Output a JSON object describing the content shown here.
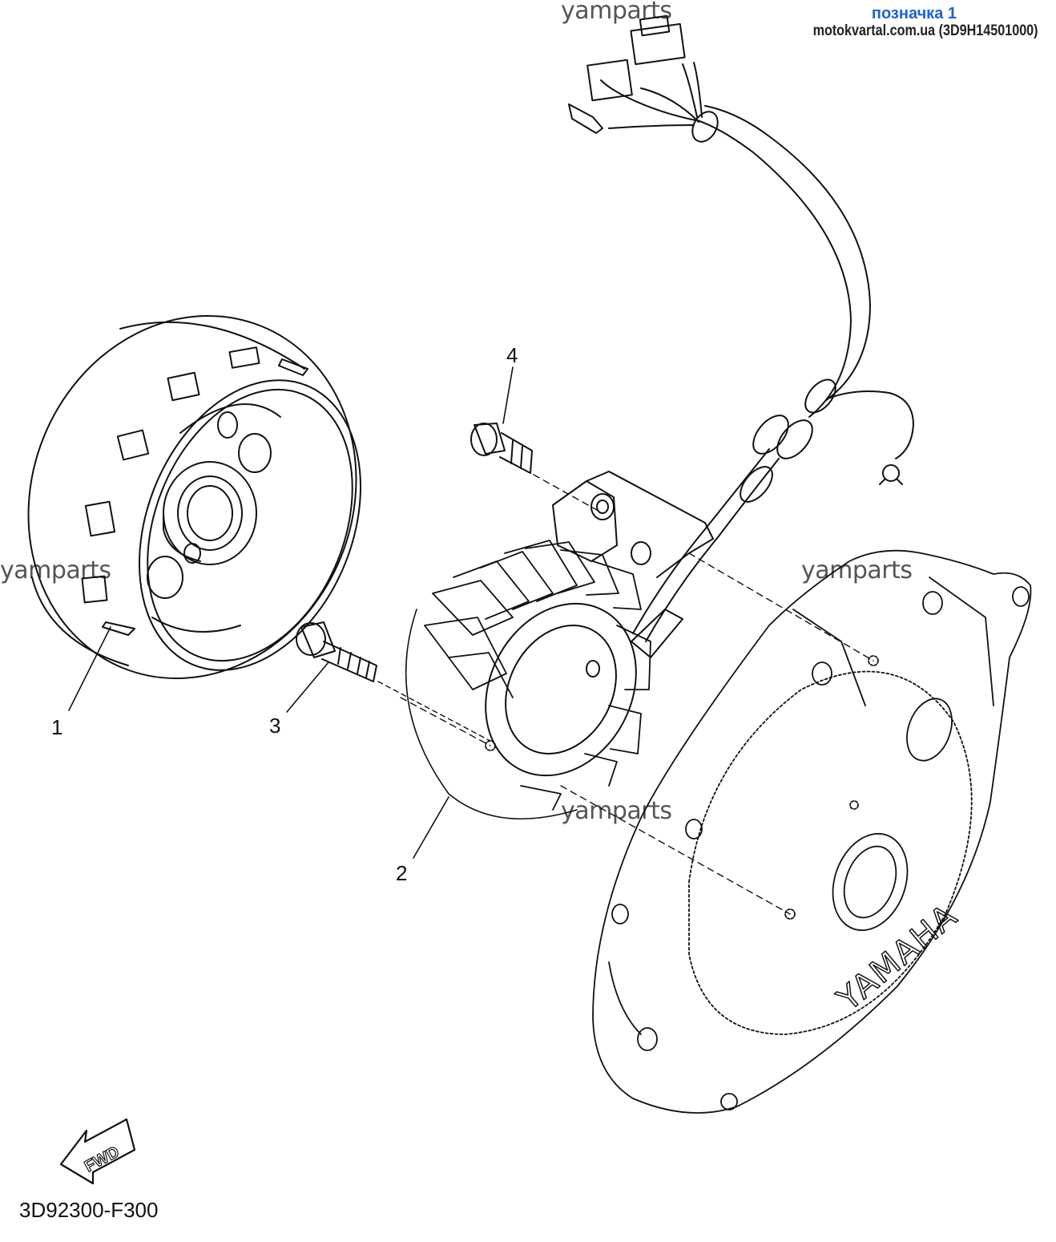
{
  "header": {
    "tag": "позначка 1",
    "site": "motokvartal.com.ua (3D9H14501000)"
  },
  "watermarks": [
    "yamparts",
    "yamparts",
    "yamparts",
    "yamparts"
  ],
  "callouts": [
    "1",
    "2",
    "3",
    "4"
  ],
  "cover_logo": "YAMAHA",
  "fwd_label": "FWD",
  "diagram_code": "3D92300-F300"
}
